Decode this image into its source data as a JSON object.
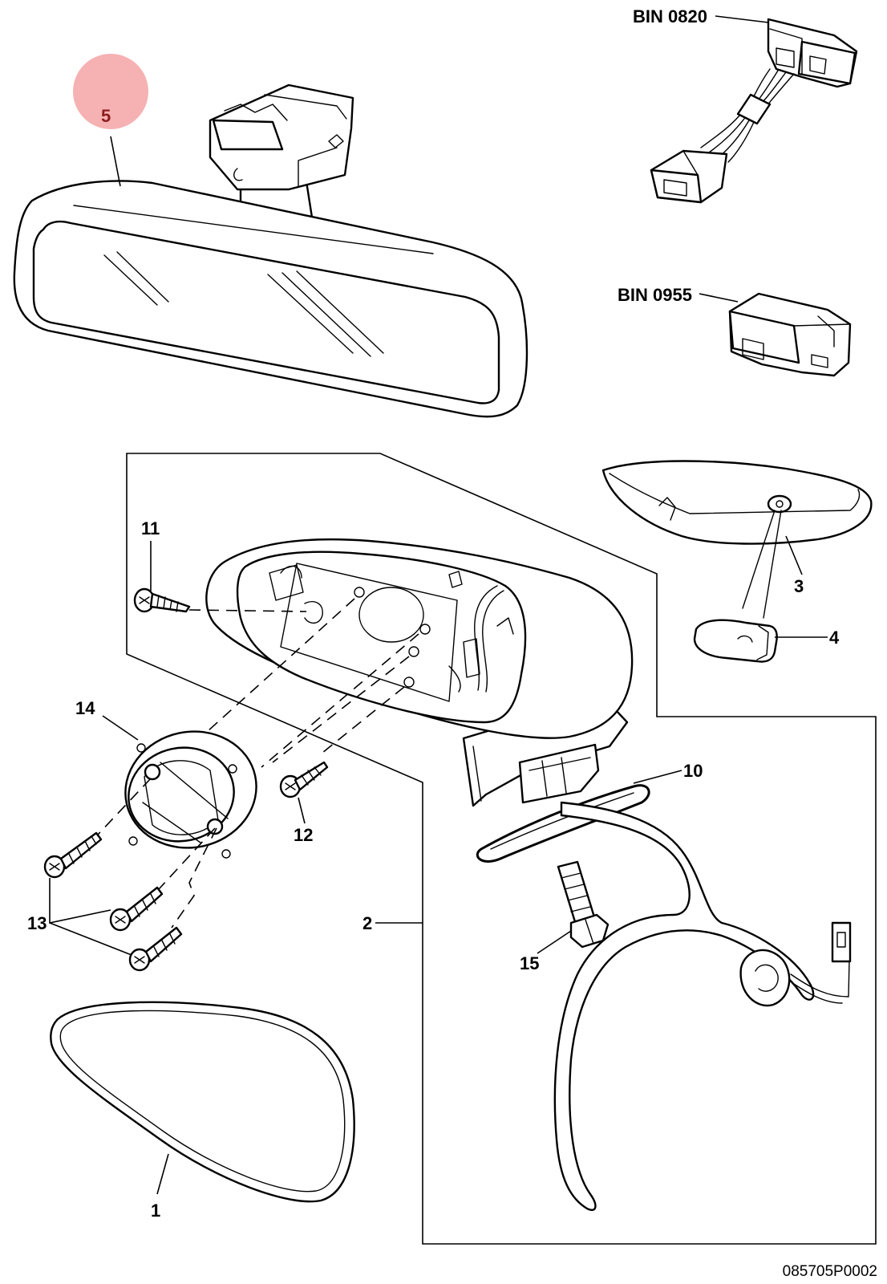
{
  "diagram": {
    "drawing_code": "085705P0002",
    "highlight_color": "#f4a3a6",
    "highlight_label_color": "#8b1d1d",
    "callouts": {
      "c1": "1",
      "c2": "2",
      "c3": "3",
      "c4": "4",
      "c5": "5",
      "c10": "10",
      "c11": "11",
      "c12": "12",
      "c13": "13",
      "c14": "14",
      "c15": "15",
      "bin0820": "BIN 0820",
      "bin0955": "BIN 0955"
    }
  }
}
